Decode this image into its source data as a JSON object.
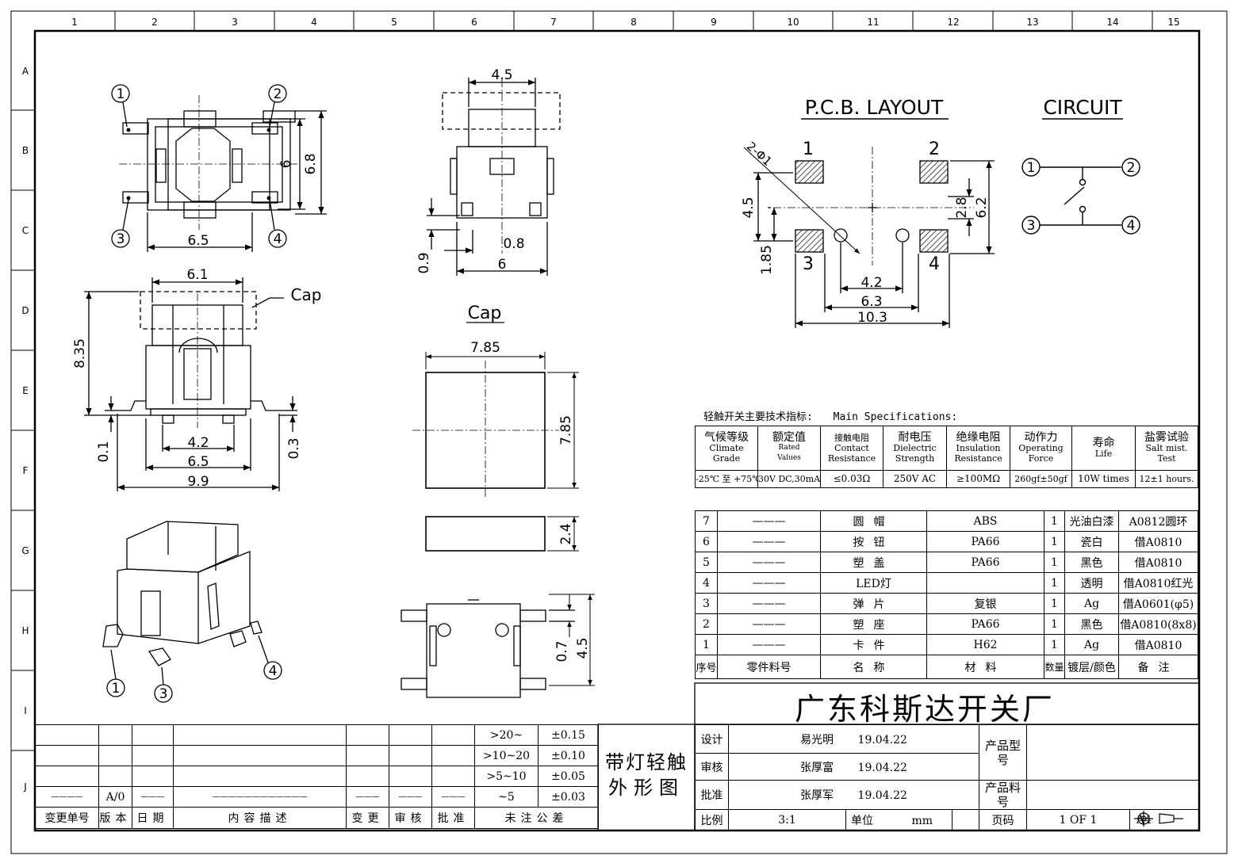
{
  "grid": {
    "cols": [
      "1",
      "2",
      "3",
      "4",
      "5",
      "6",
      "7",
      "8",
      "9",
      "10",
      "11",
      "12",
      "13",
      "14",
      "15"
    ],
    "rows": [
      "A",
      "B",
      "C",
      "D",
      "E",
      "F",
      "G",
      "H",
      "I",
      "J"
    ]
  },
  "drawing": {
    "top_view": {
      "dim_65": "6.5",
      "dim_6": "6",
      "dim_68": "6.8",
      "pin1": "1",
      "pin2": "2",
      "pin3": "3",
      "pin4": "4"
    },
    "side_view": {
      "dim_45": "4.5",
      "dim_08": "0.8",
      "dim_6": "6",
      "dim_09": "0.9"
    },
    "front_view": {
      "dim_61": "6.1",
      "cap_label": "Cap",
      "dim_835": "8.35",
      "dim_01": "0.1",
      "dim_42": "4.2",
      "dim_65": "6.5",
      "dim_99": "9.9",
      "dim_03": "0.3"
    },
    "cap_view": {
      "title": "Cap",
      "dim_785_h": "7.85",
      "dim_785_v": "7.85",
      "dim_24": "2.4"
    },
    "bottom_view": {
      "dim_07": "0.7",
      "dim_45": "4.5"
    },
    "iso_view": {
      "pin1": "1",
      "pin3": "3",
      "pin4": "4"
    },
    "pcb": {
      "title": "P.C.B. LAYOUT",
      "hole": "2-Φ1",
      "pad1": "1",
      "pad2": "2",
      "pad3": "3",
      "pad4": "4",
      "dim_45": "4.5",
      "dim_185": "1.85",
      "dim_28": "2.8",
      "dim_62": "6.2",
      "dim_42": "4.2",
      "dim_63": "6.3",
      "dim_103": "10.3"
    },
    "circuit": {
      "title": "CIRCUIT",
      "p1": "1",
      "p2": "2",
      "p3": "3",
      "p4": "4"
    }
  },
  "specs": {
    "title_zh": "轻触开关主要技术指标:",
    "title_en": "Main Specifications:",
    "headers": [
      {
        "zh": "气候等级",
        "en1": "Climate",
        "en2": "Grade"
      },
      {
        "zh": "额定值",
        "en1": "Rated",
        "en2": "Values"
      },
      {
        "zh": "接触电阻",
        "en1": "Contact",
        "en2": "Resistance"
      },
      {
        "zh": "耐电压",
        "en1": "Dielectric",
        "en2": "Strength"
      },
      {
        "zh": "绝缘电阻",
        "en1": "Insulation",
        "en2": "Resistance"
      },
      {
        "zh": "动作力",
        "en1": "Operating",
        "en2": "Force"
      },
      {
        "zh": "寿命",
        "en1": "Life",
        "en2": ""
      },
      {
        "zh": "盐雾试验",
        "en1": "Salt mist.",
        "en2": "Test"
      }
    ],
    "values": [
      "-25℃ 至 +75℃",
      "30V DC,30mA",
      "≤0.03Ω",
      "250V AC",
      "≥100MΩ",
      "260gf±50gf",
      "10W times",
      "12±1 hours."
    ]
  },
  "parts": {
    "rows": [
      {
        "no": "7",
        "code": "———",
        "name": "圆帽",
        "material": "ABS",
        "qty": "1",
        "finish": "光油白漆",
        "note": "A0812圆环"
      },
      {
        "no": "6",
        "code": "———",
        "name": "按钮",
        "material": "PA66",
        "qty": "1",
        "finish": "瓷白",
        "note": "借A0810"
      },
      {
        "no": "5",
        "code": "———",
        "name": "塑盖",
        "material": "PA66",
        "qty": "1",
        "finish": "黑色",
        "note": "借A0810"
      },
      {
        "no": "4",
        "code": "———",
        "name": "LED灯",
        "material": "",
        "qty": "1",
        "finish": "透明",
        "note": "借A0810红光"
      },
      {
        "no": "3",
        "code": "———",
        "name": "弹片",
        "material": "复银",
        "qty": "1",
        "finish": "Ag",
        "note": "借A0601(φ5)"
      },
      {
        "no": "2",
        "code": "———",
        "name": "塑座",
        "material": "PA66",
        "qty": "1",
        "finish": "黑色",
        "note": "借A0810(8x8)"
      },
      {
        "no": "1",
        "code": "———",
        "name": "卡件",
        "material": "H62",
        "qty": "1",
        "finish": "Ag",
        "note": "借A0810"
      }
    ],
    "header": {
      "no": "序号",
      "code": "零件料号",
      "name": "名称",
      "material": "材料",
      "qty": "数量",
      "finish": "镀层/颜色",
      "note": "备注"
    }
  },
  "company": "广东科斯达开关厂",
  "left_block": {
    "row_j4": {
      "c1": "————",
      "c2": "A/0",
      "c3": "———",
      "c4": "————————————",
      "c5": "———",
      "c6": "———",
      "c7": "———"
    },
    "headers": [
      "变更单号",
      "版本",
      "日期",
      "内容描述",
      "变更",
      "审核",
      "批准",
      "未注公差"
    ],
    "tolerances": [
      {
        "range": ">20~",
        "tol": "±0.15"
      },
      {
        "range": ">10~20",
        "tol": "±0.10"
      },
      {
        "range": ">5~10",
        "tol": "±0.05"
      },
      {
        "range": "~5",
        "tol": "±0.03"
      }
    ]
  },
  "title_box": {
    "line1": "带灯轻触",
    "line2": "外形图"
  },
  "right_block": {
    "design_label": "设计",
    "design_name": "易光明",
    "design_date": "19.04.22",
    "check_label": "审核",
    "check_name": "张厚富",
    "check_date": "19.04.22",
    "approve_label": "批准",
    "approve_name": "张厚军",
    "approve_date": "19.04.22",
    "model_label": "产品型号",
    "part_label": "产品料号",
    "scale_label": "比例",
    "scale": "3:1",
    "unit_label": "单位",
    "unit": "mm",
    "page_label": "页码",
    "page": "1 OF 1",
    "size": "A4"
  }
}
